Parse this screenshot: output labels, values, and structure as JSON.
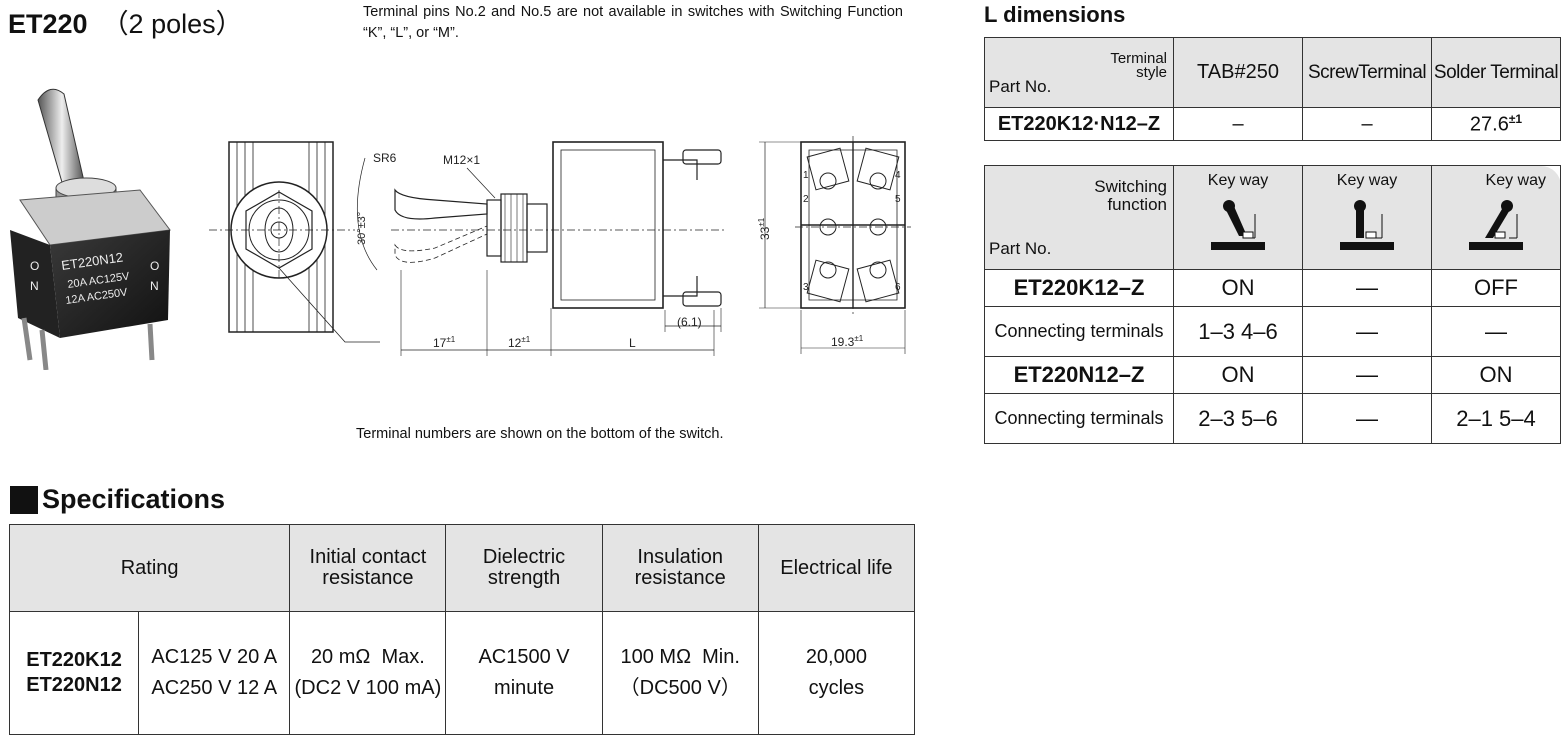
{
  "title": {
    "model": "ET220",
    "poles": "（2 poles）"
  },
  "note": "Terminal pins No.2 and No.5 are not available in switches with Switching Function “K”, “L”, or “M”.",
  "photo": {
    "label_lines": [
      "ET220N12",
      "20A AC125V",
      "12A AC250V"
    ],
    "side_marks": [
      "O",
      "N",
      "O",
      "N"
    ]
  },
  "drawing": {
    "labels": {
      "sr": "SR6",
      "thread": "M12×1",
      "angle": "30°±3°",
      "height": "33",
      "height_tol": "±1",
      "d1": "17",
      "d1_tol": "±1",
      "d2": "12",
      "d2_tol": "±1",
      "dl": "L",
      "tab": "(6.1)",
      "width": "19.3",
      "width_tol": "±1"
    },
    "terminal_numbers": [
      "1",
      "2",
      "3",
      "4",
      "5",
      "6"
    ]
  },
  "caption": "Terminal numbers are shown on the bottom of the switch.",
  "specifications": {
    "heading": "Specifications",
    "headers": {
      "rating": "Rating",
      "contact": "Initial contact resistance",
      "dielectric": "Dielectric strength",
      "insulation": "Insulation resistance",
      "life": "Electrical life"
    },
    "row": {
      "models": [
        "ET220K12",
        "ET220N12"
      ],
      "ratings": [
        "AC125 V 20 A",
        "AC250 V 12 A"
      ],
      "contact": [
        "20 mΩ  Max.",
        "(DC2 V 100 mA)"
      ],
      "dielectric": [
        "AC1500 V",
        "minute"
      ],
      "insulation": [
        "100 MΩ  Min.",
        "（DC500 V）"
      ],
      "life": [
        "20,000",
        "cycles"
      ]
    }
  },
  "l_dimensions": {
    "heading": "L dimensions",
    "corner_top": "Terminal style",
    "corner_bottom": "Part No.",
    "columns": [
      "TAB#250",
      "ScrewTerminal",
      "Solder Terminal"
    ],
    "row": {
      "part": "ET220K12·N12–Z",
      "values": [
        "–",
        "–",
        "27.6"
      ],
      "tol": "±1"
    }
  },
  "switching": {
    "corner_top": "Switching function",
    "corner_bottom": "Part No.",
    "columns": [
      "Key way",
      "Key way",
      "Key way"
    ],
    "rows": [
      {
        "label": "ET220K12–Z",
        "values": [
          "ON",
          "—",
          "OFF"
        ],
        "bold": true
      },
      {
        "label": "Connecting terminals",
        "values": [
          "1–3 4–6",
          "—",
          "—"
        ],
        "bold": false
      },
      {
        "label": "ET220N12–Z",
        "values": [
          "ON",
          "—",
          "ON"
        ],
        "bold": true
      },
      {
        "label": "Connecting terminals",
        "values": [
          "2–3 5–6",
          "—",
          "2–1 5–4"
        ],
        "bold": false
      }
    ]
  }
}
